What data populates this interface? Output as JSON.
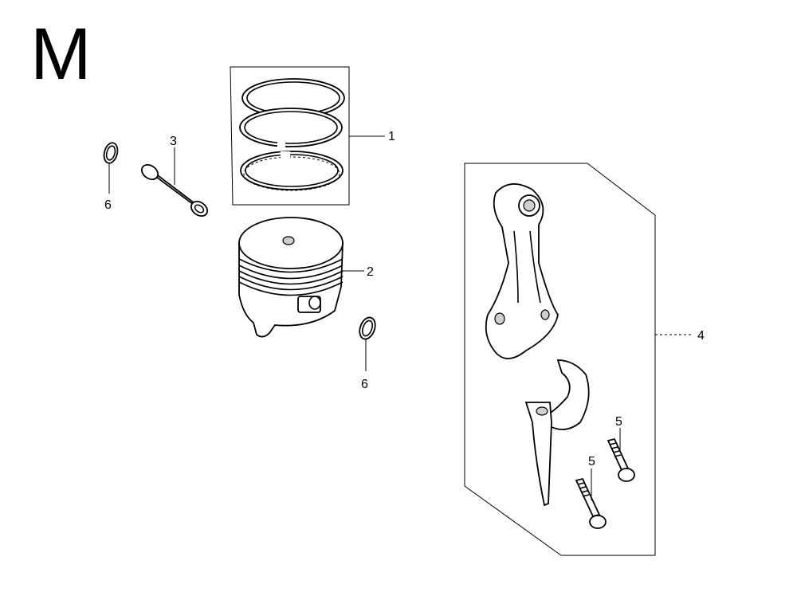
{
  "section_letter": "M",
  "callouts": {
    "piston_ring_set": "1",
    "piston": "2",
    "piston_pin": "3",
    "connecting_rod_set": "4",
    "rod_bolt_upper": "5",
    "rod_bolt_lower": "5",
    "pin_clip_left": "6",
    "pin_clip_right": "6"
  }
}
